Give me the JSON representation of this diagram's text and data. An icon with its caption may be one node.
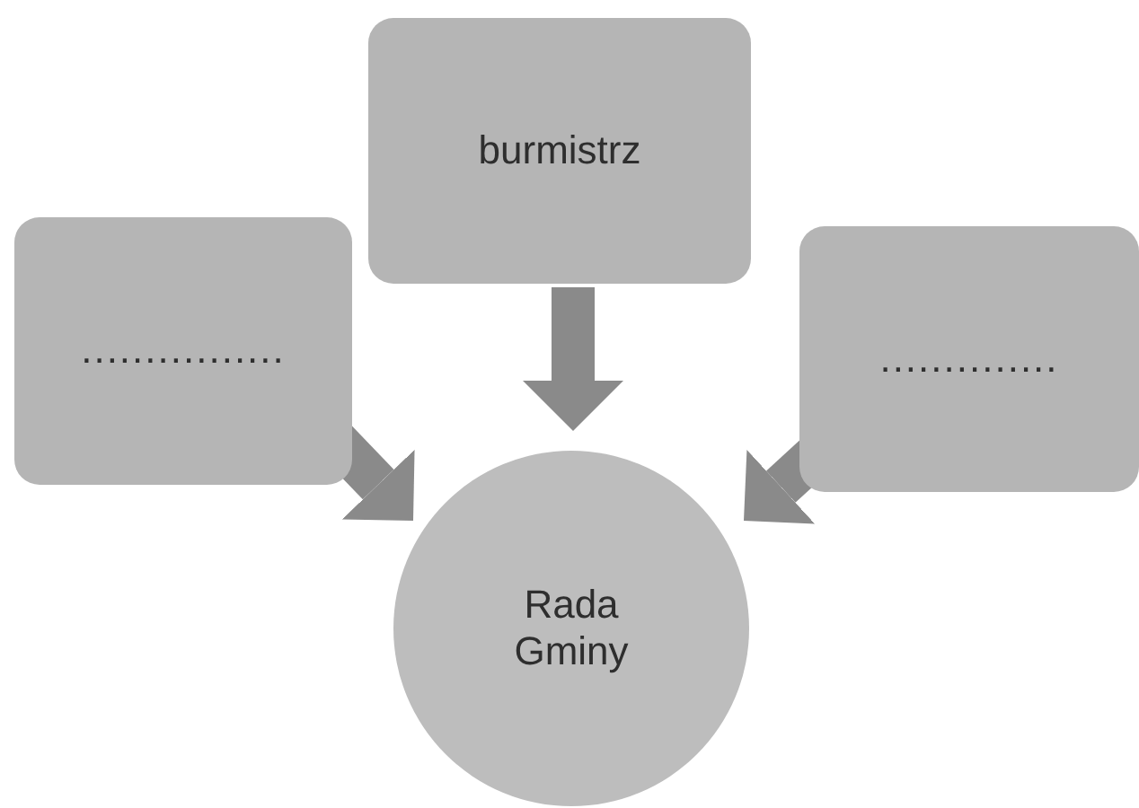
{
  "diagram": {
    "nodes": [
      {
        "text": [
          "................"
        ]
      },
      {
        "text": [
          "burmistrz"
        ]
      },
      {
        "text": [
          ".............."
        ]
      },
      {
        "text": [
          "Rada Gminy"
        ]
      }
    ],
    "edges": [
      {
        "from": 0,
        "to": 3,
        "arrow": "to"
      },
      {
        "from": 1,
        "to": 3,
        "arrow": "to"
      },
      {
        "from": 2,
        "to": 3,
        "arrow": "to"
      }
    ]
  }
}
